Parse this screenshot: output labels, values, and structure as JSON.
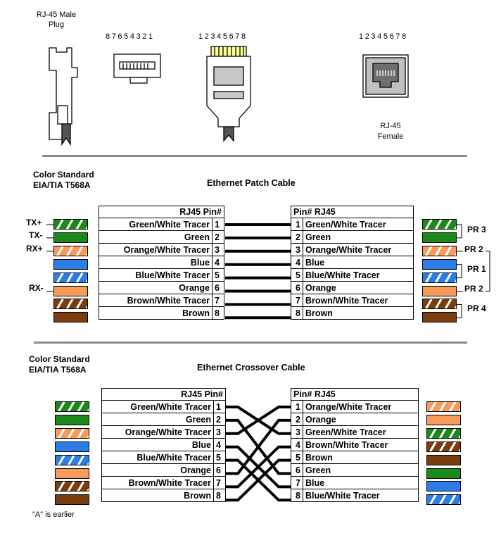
{
  "plugs": {
    "male_label": "RJ-45 Male\nPlug",
    "back_pins": "87654321",
    "front_pins": "12345678",
    "female_pins": "12345678",
    "female_label": "RJ-45\nFemale"
  },
  "patch": {
    "std_line1": "Color  Standard",
    "std_line2": "EIA/TIA T568A",
    "title": "Ethernet Patch Cable",
    "left_header": "RJ45  Pin#",
    "right_header": "Pin#  RJ45",
    "left_rows": [
      {
        "color": "Green/White Tracer",
        "pin": "1"
      },
      {
        "color": "Green",
        "pin": "2"
      },
      {
        "color": "Orange/White Tracer",
        "pin": "3"
      },
      {
        "color": "Blue",
        "pin": "4"
      },
      {
        "color": "Blue/White Tracer",
        "pin": "5"
      },
      {
        "color": "Orange",
        "pin": "6"
      },
      {
        "color": "Brown/White Tracer",
        "pin": "7"
      },
      {
        "color": "Brown",
        "pin": "8"
      }
    ],
    "right_rows": [
      {
        "color": "Green/White Tracer",
        "pin": "1"
      },
      {
        "color": "Green",
        "pin": "2"
      },
      {
        "color": "Orange/White Tracer",
        "pin": "3"
      },
      {
        "color": "Blue",
        "pin": "4"
      },
      {
        "color": "Blue/White Tracer",
        "pin": "5"
      },
      {
        "color": "Orange",
        "pin": "6"
      },
      {
        "color": "Brown/White Tracer",
        "pin": "7"
      },
      {
        "color": "Brown",
        "pin": "8"
      }
    ],
    "signals": [
      "TX+",
      "TX-",
      "RX+",
      "",
      "",
      "RX-",
      "",
      ""
    ],
    "pairs": {
      "pr3": "PR 3",
      "pr2a": "PR 2",
      "pr1": "PR 1",
      "pr2b": "PR 2",
      "pr4": "PR 4"
    }
  },
  "crossover": {
    "std_line1": "Color  Standard",
    "std_line2": "EIA/TIA T568A",
    "title": "Ethernet Crossover Cable",
    "left_header": "RJ45  Pin#",
    "right_header": "Pin#  RJ45",
    "left_rows": [
      {
        "color": "Green/White Tracer",
        "pin": "1"
      },
      {
        "color": "Green",
        "pin": "2"
      },
      {
        "color": "Orange/White Tracer",
        "pin": "3"
      },
      {
        "color": "Blue",
        "pin": "4"
      },
      {
        "color": "Blue/White Tracer",
        "pin": "5"
      },
      {
        "color": "Orange",
        "pin": "6"
      },
      {
        "color": "Brown/White Tracer",
        "pin": "7"
      },
      {
        "color": "Brown",
        "pin": "8"
      }
    ],
    "right_rows": [
      {
        "color": "Orange/White Tracer",
        "pin": "1"
      },
      {
        "color": "Orange",
        "pin": "2"
      },
      {
        "color": "Green/White Tracer",
        "pin": "3"
      },
      {
        "color": "Brown/White Tracer",
        "pin": "4"
      },
      {
        "color": "Brown",
        "pin": "5"
      },
      {
        "color": "Green",
        "pin": "6"
      },
      {
        "color": "Blue",
        "pin": "7"
      },
      {
        "color": "Blue/White Tracer",
        "pin": "8"
      }
    ],
    "wiring": [
      3,
      6,
      1,
      7,
      8,
      2,
      4,
      5
    ],
    "footnote": "\"A\" is earlier"
  },
  "colors": {
    "green": "#1a8a1a",
    "orange": "#f79a5a",
    "blue": "#2b7de8",
    "brown": "#7a3d10",
    "divider": "#8c8c8c"
  }
}
